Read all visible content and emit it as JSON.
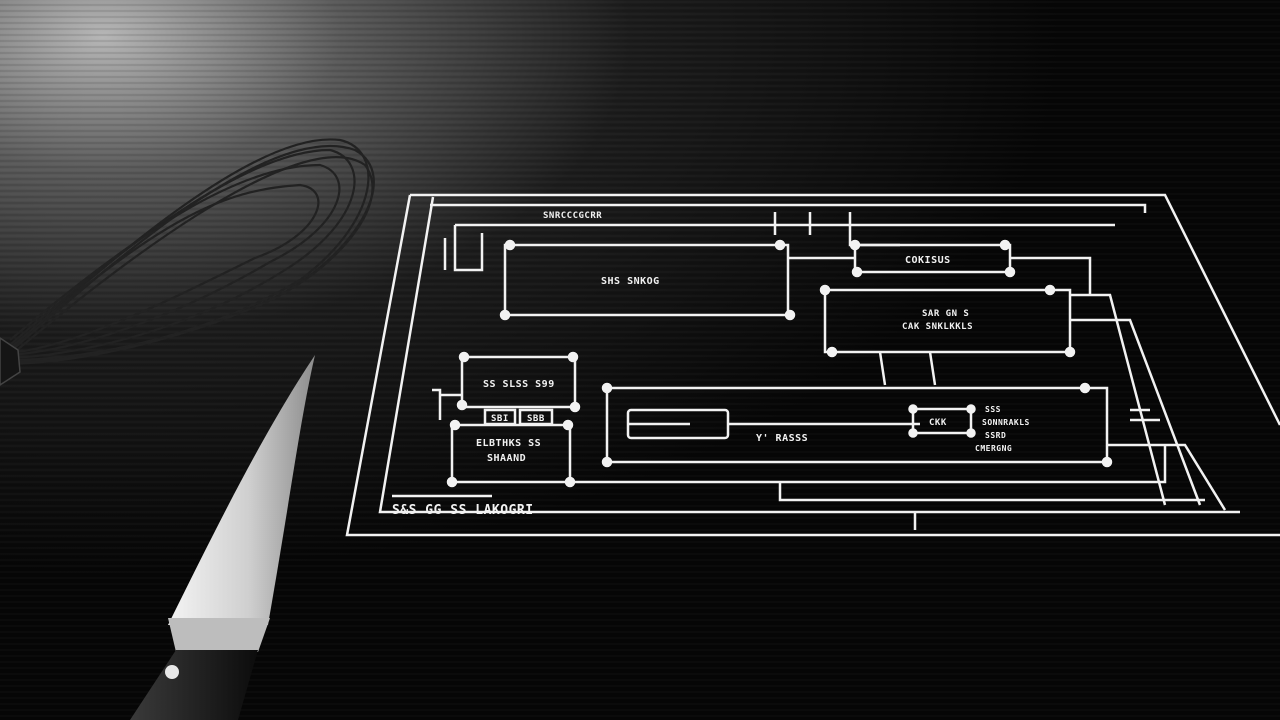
{
  "scene": {
    "description_label": "Kitchen table with whisk, chef's knife and a chalk-drawn flowchart",
    "colors": {
      "table_dark": "#0a0a0a",
      "table_light": "#9a9a9a",
      "chalk": "#f2f2f2",
      "knife_blade": "#d8d8d8",
      "knife_handle": "#1a1a1a"
    },
    "icons": [
      "whisk-icon",
      "knife-icon",
      "flowchart-diagram"
    ]
  },
  "diagram": {
    "header_text": "SNRCCCGCRR",
    "box_a_text": "SHS SNKOG",
    "box_b_text": "COKISUS",
    "box_c_line1": "SAR GN S",
    "box_c_line2": "CAK SNKLKKLS",
    "box_d_text": "SS SLSS S99",
    "tag_left": "SBI",
    "tag_right": "SBB",
    "box_e_line1": "ELBTHKS SS",
    "box_e_line2": "SHAAND",
    "long_box_text": "Y' RASSS",
    "mini_box_text": "CKK",
    "right_label_1": "SSS",
    "right_label_2": "SONNRAKLS",
    "right_label_3": "SSRD",
    "right_label_4": "CMERGNG",
    "footer_text": "S&S GG SS LAKOGRI"
  }
}
